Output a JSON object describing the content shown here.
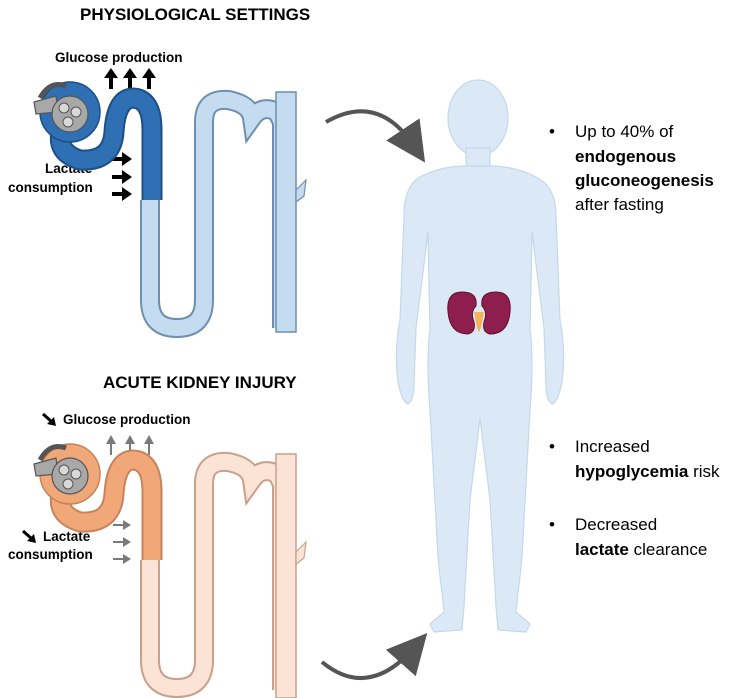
{
  "sections": {
    "physiological": {
      "title": "PHYSIOLOGICAL SETTINGS",
      "glucose_label": "Glucose production",
      "lactate_line1": "Lactate",
      "lactate_line2": "consumption"
    },
    "aki": {
      "title": "ACUTE KIDNEY INJURY",
      "glucose_label": "Glucose production",
      "lactate_line1": "Lactate",
      "lactate_line2": "consumption"
    }
  },
  "bullets_top": {
    "bullet": "•",
    "line1": "Up to 40% of",
    "line2": "endogenous",
    "line3": "gluconeogenesis",
    "line4": "after fasting"
  },
  "bullets_bottom": {
    "bullet": "•",
    "item1_line1": "Increased",
    "item1_bold": "hypoglycemia",
    "item1_rest": " risk",
    "item2_line1": "Decreased",
    "item2_bold": "lactate",
    "item2_rest": " clearance"
  },
  "colors": {
    "physio_dark": "#2f6fb4",
    "physio_light": "#c5dcf0",
    "physio_outline": "#6f8fb0",
    "aki_dark": "#f0a878",
    "aki_light": "#fbe3d6",
    "aki_outline": "#c9a08a",
    "glomerulus": "#a8a8a8",
    "body": "#dbe9f6",
    "kidney": "#8e1e4e",
    "arrow_black": "#000000",
    "arrow_gray": "#7a7a7a",
    "curve_arrow": "#555555"
  },
  "icons": {
    "glomerulus": "glomerulus-icon",
    "kidneys": "kidneys-icon",
    "human_body": "human-body-icon"
  }
}
